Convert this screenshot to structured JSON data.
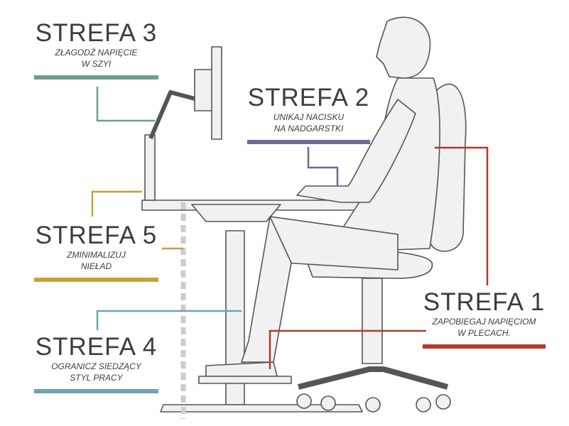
{
  "zones": [
    {
      "title": "STREFA 3",
      "line1": "ZŁAGODŹ NAPIĘCIE",
      "line2": "W SZYI",
      "color": "#6b9e8d"
    },
    {
      "title": "STREFA 2",
      "line1": "UNIKAJ NACISKU",
      "line2": "NA NADGARSTKI",
      "color": "#6d6a94"
    },
    {
      "title": "STREFA 5",
      "line1": "ZMINIMALIZUJ",
      "line2": "NIEŁAD",
      "color": "#c9a035"
    },
    {
      "title": "STREFA 4",
      "line1": "OGRANICZ SIEDZĄCY",
      "line2": "STYL PRACY",
      "color": "#6ba4b6"
    },
    {
      "title": "STREFA 1",
      "line1": "ZAPOBIEGAJ NAPIĘCIOM",
      "line2": "W PLECACH.",
      "color": "#b03b27"
    }
  ]
}
